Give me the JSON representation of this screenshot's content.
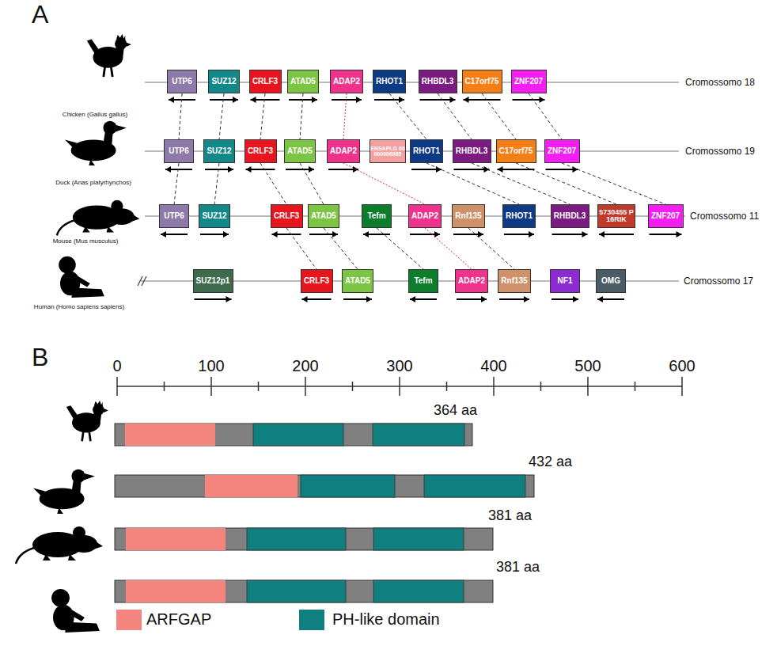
{
  "diagram": {
    "nodes": [
      {
        "text": [
          "UTP6"
        ]
      },
      {
        "text": [
          "SUZ12"
        ]
      },
      {
        "text": [
          "CRLF3"
        ]
      },
      {
        "text": [
          "ATAD5"
        ]
      },
      {
        "text": [
          "ADAP2"
        ]
      },
      {
        "text": [
          "RHOT1"
        ]
      },
      {
        "text": [
          "RHBDL3"
        ]
      },
      {
        "text": [
          "C17orf75"
        ]
      },
      {
        "text": [
          "ZNF207"
        ]
      },
      {
        "text": [
          "UTP6"
        ]
      },
      {
        "text": [
          "SUZ12"
        ]
      },
      {
        "text": [
          "CRLF3"
        ]
      },
      {
        "text": [
          "ATAD5"
        ]
      },
      {
        "text": [
          "ADAP2"
        ]
      },
      {
        "text": [
          "ENSAPLG 00000006985"
        ]
      },
      {
        "text": [
          "RHOT1"
        ]
      },
      {
        "text": [
          "RHBDL3"
        ]
      },
      {
        "text": [
          "C17orf75"
        ]
      },
      {
        "text": [
          "ZNF207"
        ]
      },
      {
        "text": [
          "UTP6"
        ]
      },
      {
        "text": [
          "SUZ12"
        ]
      },
      {
        "text": [
          "CRLF3"
        ]
      },
      {
        "text": [
          "ATAD5"
        ]
      },
      {
        "text": [
          "Tefm"
        ]
      },
      {
        "text": [
          "ADAP2"
        ]
      },
      {
        "text": [
          "Rnf135"
        ]
      },
      {
        "text": [
          "RHOT1"
        ]
      },
      {
        "text": [
          "RHBDL3"
        ]
      },
      {
        "text": [
          "5730455 P16RIK"
        ]
      },
      {
        "text": [
          "ZNF207"
        ]
      },
      {
        "text": [
          "SUZ12p1"
        ]
      },
      {
        "text": [
          "CRLF3"
        ]
      },
      {
        "text": [
          "ATAD5"
        ]
      },
      {
        "text": [
          "Tefm"
        ]
      },
      {
        "text": [
          "ADAP2"
        ]
      },
      {
        "text": [
          "Rnf135"
        ]
      },
      {
        "text": [
          "NF1"
        ]
      },
      {
        "text": [
          "OMG"
        ]
      }
    ],
    "edges": [
      {
        "from": 0,
        "to": 9,
        "arrow": "none"
      },
      {
        "from": 1,
        "to": 10,
        "arrow": "none"
      },
      {
        "from": 2,
        "to": 11,
        "arrow": "none"
      },
      {
        "from": 3,
        "to": 12,
        "arrow": "none"
      },
      {
        "from": 4,
        "to": 13,
        "arrow": "none"
      },
      {
        "from": 5,
        "to": 15,
        "arrow": "none"
      },
      {
        "from": 6,
        "to": 16,
        "arrow": "none"
      },
      {
        "from": 7,
        "to": 17,
        "arrow": "none"
      },
      {
        "from": 8,
        "to": 18,
        "arrow": "none"
      },
      {
        "from": 9,
        "to": 19,
        "arrow": "none"
      },
      {
        "from": 10,
        "to": 20,
        "arrow": "none"
      },
      {
        "from": 11,
        "to": 21,
        "arrow": "none"
      },
      {
        "from": 12,
        "to": 22,
        "arrow": "none"
      },
      {
        "from": 13,
        "to": 24,
        "arrow": "none"
      },
      {
        "from": 15,
        "to": 26,
        "arrow": "none"
      },
      {
        "from": 16,
        "to": 27,
        "arrow": "none"
      },
      {
        "from": 17,
        "to": 28,
        "arrow": "none"
      },
      {
        "from": 18,
        "to": 29,
        "arrow": "none"
      },
      {
        "from": 21,
        "to": 31,
        "arrow": "none"
      },
      {
        "from": 22,
        "to": 32,
        "arrow": "none"
      },
      {
        "from": 23,
        "to": 33,
        "arrow": "none"
      },
      {
        "from": 24,
        "to": 34,
        "arrow": "none"
      },
      {
        "from": 25,
        "to": 35,
        "arrow": "none"
      }
    ],
    "labels": [
      "A",
      "Chicken (Gallus gallus)",
      "Duck (Anas platyrhynchos)",
      "Mouse (Mus musculus)",
      "Human (Homo sapiens sapiens)",
      "Cromossomo 18",
      "Cromossomo 19",
      "Cromossomo 11",
      "Cromossomo 17",
      "B",
      "0",
      "100",
      "200",
      "300",
      "400",
      "500",
      "600",
      "364 aa",
      "432 aa",
      "381 aa",
      "381 aa"
    ],
    "legend": [
      {
        "text": "ARFGAP",
        "color": "#f4847e"
      },
      {
        "text": "PH-like domain",
        "color": "#0f7f7f"
      }
    ]
  }
}
